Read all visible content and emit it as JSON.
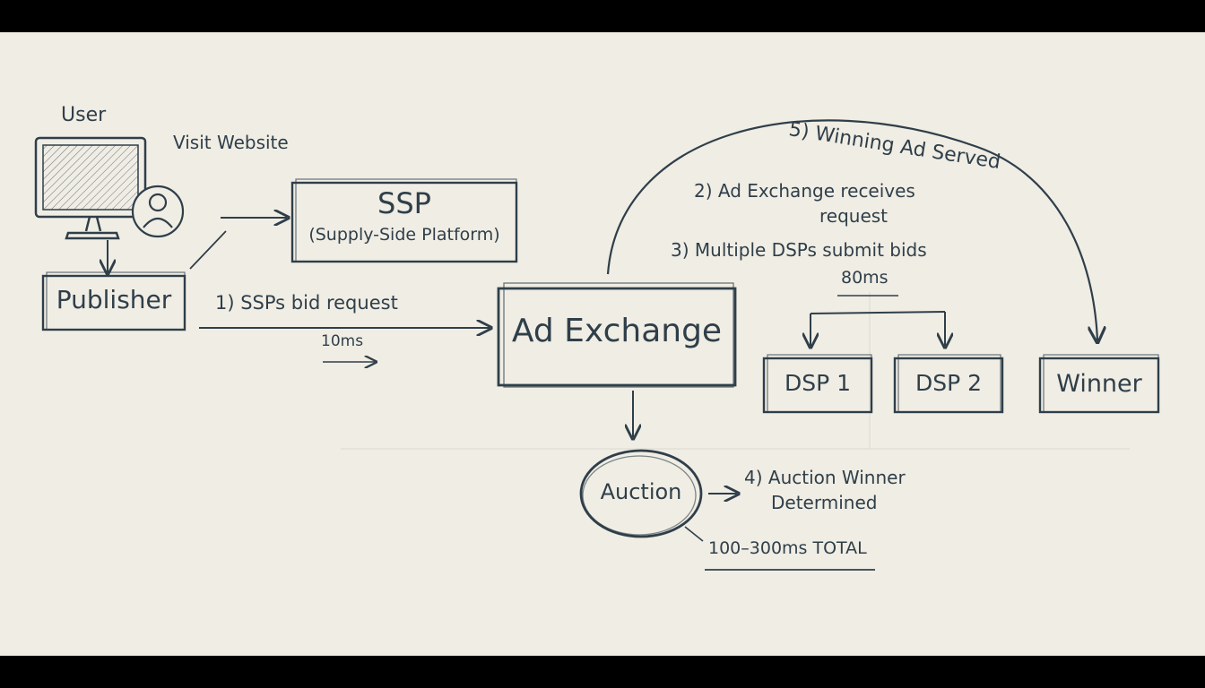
{
  "diagram": {
    "user_label": "User",
    "visit_label": "Visit Website",
    "publisher_label": "Publisher",
    "ssp": {
      "title": "SSP",
      "subtitle": "(Supply-Side Platform)"
    },
    "step1_label": "1) SSPs bid request",
    "step1_time": "10ms",
    "ad_exchange_label": "Ad Exchange",
    "step2_line1": "2) Ad Exchange receives",
    "step2_line2": "request",
    "step3_label": "3) Multiple DSPs submit bids",
    "step3_time": "80ms",
    "dsp1_label": "DSP 1",
    "dsp2_label": "DSP 2",
    "winner_label": "Winner",
    "step5_label": "5) Winning Ad Served",
    "auction_label": "Auction",
    "step4_line1": "4) Auction Winner",
    "step4_line2": "Determined",
    "total_time": "100–300ms TOTAL"
  },
  "colors": {
    "ink": "#2f3f4a",
    "paper": "#f0ede4",
    "frame": "#000000"
  },
  "icons": [
    "monitor-icon",
    "user-avatar-icon"
  ]
}
